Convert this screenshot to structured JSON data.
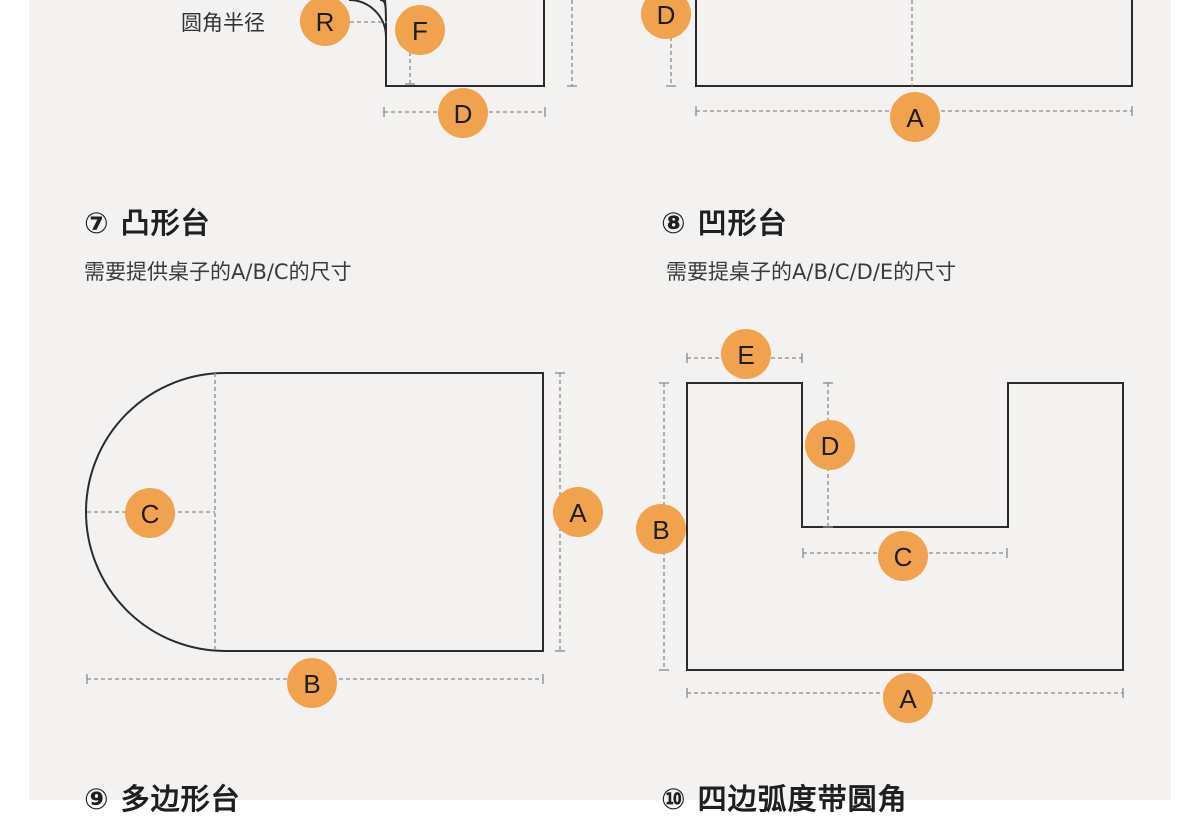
{
  "sections": [
    {
      "number": "⑦",
      "title": "凸形台",
      "subtitle": "需要提供桌子的A/B/C的尺寸"
    },
    {
      "number": "⑧",
      "title": "凹形台",
      "subtitle": "需要提桌子的A/B/C/D/E的尺寸"
    },
    {
      "number": "⑨",
      "title": "多边形台",
      "subtitle": ""
    },
    {
      "number": "⑩",
      "title": "四边弧度带圆角",
      "subtitle": ""
    }
  ],
  "top_left_diagram": {
    "annotation": "圆角半径",
    "badges": [
      "R",
      "F",
      "D"
    ]
  },
  "top_right_diagram": {
    "badges": [
      "D",
      "A"
    ]
  },
  "convex_diagram": {
    "badges": [
      "C",
      "A",
      "B"
    ]
  },
  "concave_diagram": {
    "badges": [
      "E",
      "D",
      "B",
      "C",
      "A"
    ]
  },
  "colors": {
    "badge": "#f0a24e",
    "panel_background": "#f4f2f0",
    "outline": "#2b2b2b",
    "dimension_line": "#8a8a8a"
  }
}
